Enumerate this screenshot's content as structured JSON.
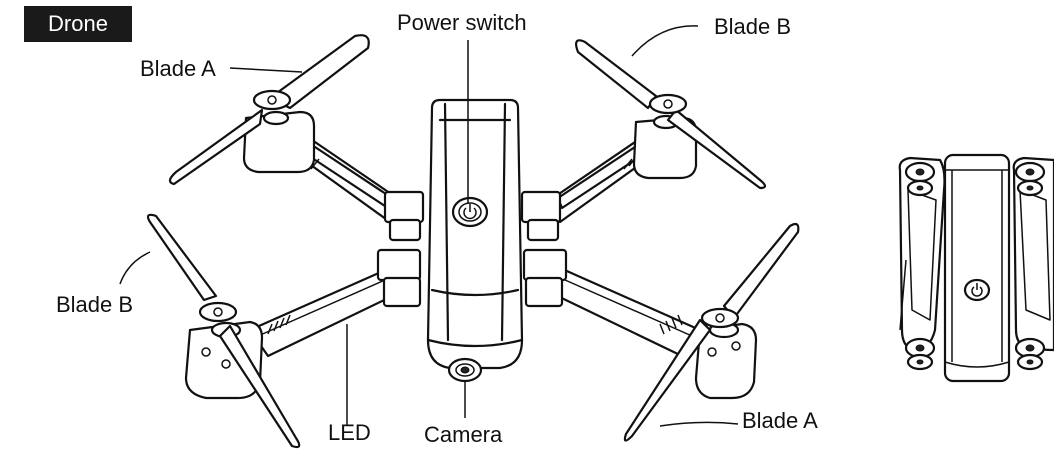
{
  "section_tag": "Drone",
  "labels": {
    "power_switch": "Power switch",
    "blade_a_top": "Blade A",
    "blade_b_top": "Blade B",
    "blade_b_left": "Blade B",
    "blade_a_bottom": "Blade A",
    "led": "LED",
    "camera": "Camera"
  },
  "icons": [
    "power-icon"
  ],
  "colors": {
    "line": "#111111",
    "tag_bg": "#1a1a1a",
    "tag_text": "#ffffff",
    "background": "#ffffff"
  }
}
